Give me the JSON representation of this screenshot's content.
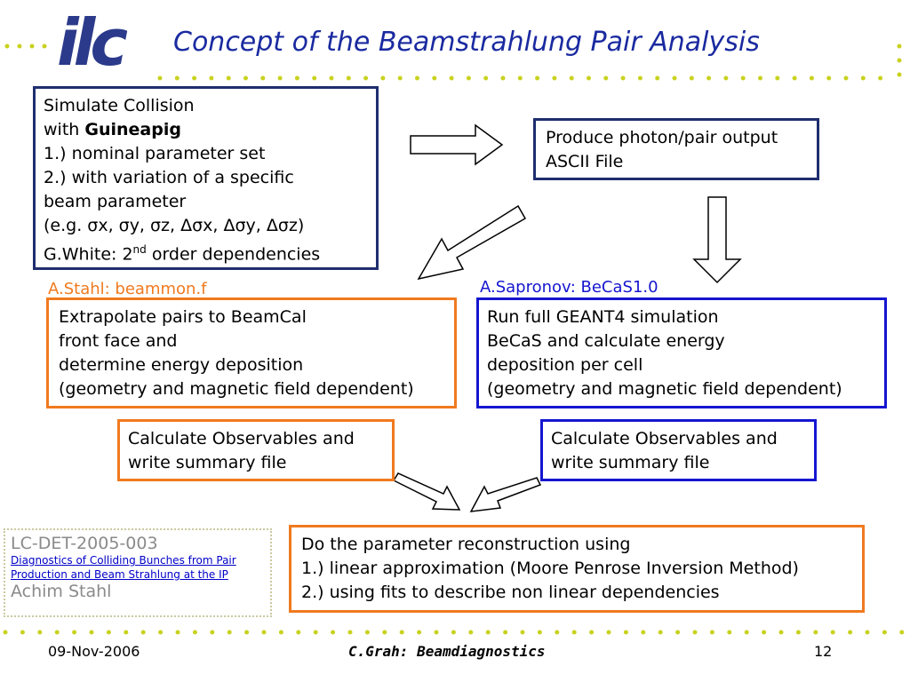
{
  "header": {
    "logo_text": "ilc",
    "title": "Concept of the Beamstrahlung Pair Analysis"
  },
  "boxes": {
    "simulate": {
      "line1": "Simulate Collision",
      "line2_prefix": "with ",
      "line2_bold": "Guineapig",
      "line3": "1.) nominal parameter set",
      "line4": "2.) with variation of a specific",
      "line5": "beam parameter",
      "line6": "(e.g. σx, σy, σz, Δσx, Δσy, Δσz)",
      "line7_prefix": "G.White: 2",
      "line7_sup": "nd",
      "line7_suffix": " order dependencies"
    },
    "output": {
      "line1": "Produce photon/pair output",
      "line2": "ASCII File"
    },
    "extrapolate": {
      "credit": "A.Stahl: beammon.f",
      "line1": "Extrapolate pairs to BeamCal",
      "line2": "front face and",
      "line3": "determine energy deposition",
      "line4": "(geometry and magnetic field dependent)"
    },
    "geant": {
      "credit": "A.Sapronov: BeCaS1.0",
      "line1": "Run full GEANT4 simulation",
      "line2": "BeCaS and calculate energy",
      "line3": "deposition per cell",
      "line4": "(geometry and magnetic field dependent)"
    },
    "observables_left": {
      "line1": "Calculate Observables and",
      "line2": "write summary file"
    },
    "observables_right": {
      "line1": "Calculate Observables and",
      "line2": "write summary file"
    },
    "reconstruction": {
      "line1": "Do the parameter reconstruction using",
      "line2": "1.) linear approximation (Moore Penrose Inversion Method)",
      "line3": "2.) using fits to describe non linear dependencies"
    }
  },
  "reference": {
    "id": "LC-DET-2005-003",
    "link_line1": "Diagnostics of Colliding Bunches from Pair",
    "link_line2": "Production and Beam Strahlung at the IP",
    "author": "Achim Stahl"
  },
  "footer": {
    "date": "09-Nov-2006",
    "center": "C.Grah: Beamdiagnostics",
    "page": "12"
  },
  "colors": {
    "navy": "#1f2e6e",
    "orange": "#f07a1f",
    "blue": "#1515d0",
    "title": "#1a2aa0",
    "dots": "#c8d21e"
  }
}
